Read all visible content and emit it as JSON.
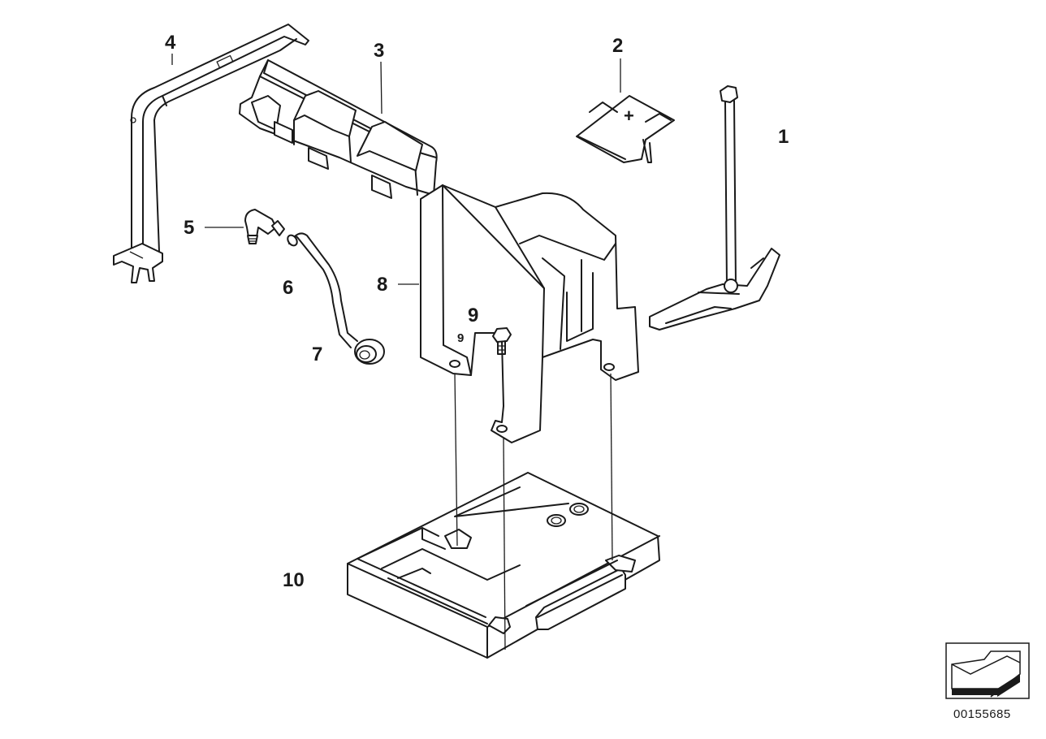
{
  "diagram": {
    "part_numbers": [
      "1",
      "2",
      "3",
      "4",
      "5",
      "6",
      "7",
      "8",
      "9",
      "9",
      "10"
    ],
    "plus_sign": "+",
    "reference_number": "00155685"
  }
}
